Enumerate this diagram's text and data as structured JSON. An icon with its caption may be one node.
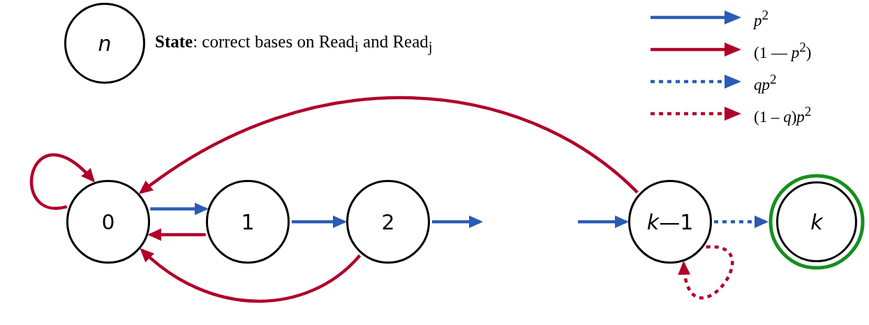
{
  "diagram": {
    "nodes": [
      {
        "text": [
          "n"
        ],
        "beside": [
          "**State**: correct bases on Read$_{i}$ and Read$_{j}$"
        ]
      },
      {
        "text": [
          "0"
        ]
      },
      {
        "text": [
          "1"
        ]
      },
      {
        "text": [
          "2"
        ]
      },
      {
        "text": [
          "*k*—1"
        ]
      },
      {
        "text": [
          "k"
        ]
      }
    ],
    "edges": [
      {
        "from": 1,
        "to": 1,
        "arrow": "to"
      },
      {
        "from": 1,
        "to": 2,
        "arrow": "to",
        "color": "#2a5bb5"
      },
      {
        "from": 2,
        "to": 1,
        "arrow": "to"
      },
      {
        "from": 2,
        "to": 3,
        "arrow": "to",
        "color": "#2a5bb5"
      },
      {
        "from": 3,
        "to": null,
        "arrow": "to",
        "color": "#2a5bb5"
      },
      {
        "from": null,
        "to": 4,
        "arrow": "to",
        "color": "#2a5bb5"
      },
      {
        "from": 3,
        "to": 1,
        "arrow": "to"
      },
      {
        "from": 4,
        "to": 1,
        "arrow": "to"
      },
      {
        "from": 4,
        "to": 5,
        "arrow": "to",
        "style": "dashed",
        "color": "#2a5bb5"
      },
      {
        "from": 4,
        "to": 4,
        "arrow": "to",
        "style": "dashed"
      }
    ],
    "legend": [
      {
        "text": "*p*$^{2}$"
      },
      {
        "text": "(1 — *p*$^{2}$)"
      },
      {
        "text": "*qp*$^{2}$"
      },
      {
        "text": "(1 – *q*)*p*$^{2}$"
      }
    ]
  }
}
